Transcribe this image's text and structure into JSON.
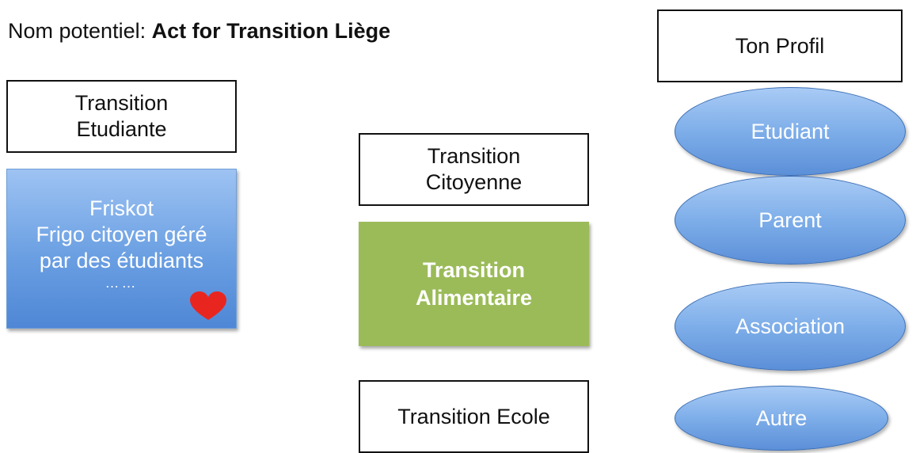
{
  "title": {
    "prefix": "Nom potentiel:",
    "name": "Act for Transition Liège"
  },
  "left": {
    "header_line1": "Transition",
    "header_line2": "Etudiante",
    "card_lines": [
      "Friskot",
      "Frigo citoyen géré",
      "par des étudiants",
      "……"
    ],
    "heart_icon": "heart-icon"
  },
  "middle": {
    "citoyenne_line1": "Transition",
    "citoyenne_line2": "Citoyenne",
    "alimentaire_line1": "Transition",
    "alimentaire_line2": "Alimentaire",
    "ecole": "Transition Ecole"
  },
  "right": {
    "profile_header": "Ton Profil",
    "options": [
      "Etudiant",
      "Parent",
      "Association",
      "Autre"
    ]
  },
  "colors": {
    "blue": "#6a9fe2",
    "green": "#9bbb59",
    "heart": "#e8261f"
  }
}
